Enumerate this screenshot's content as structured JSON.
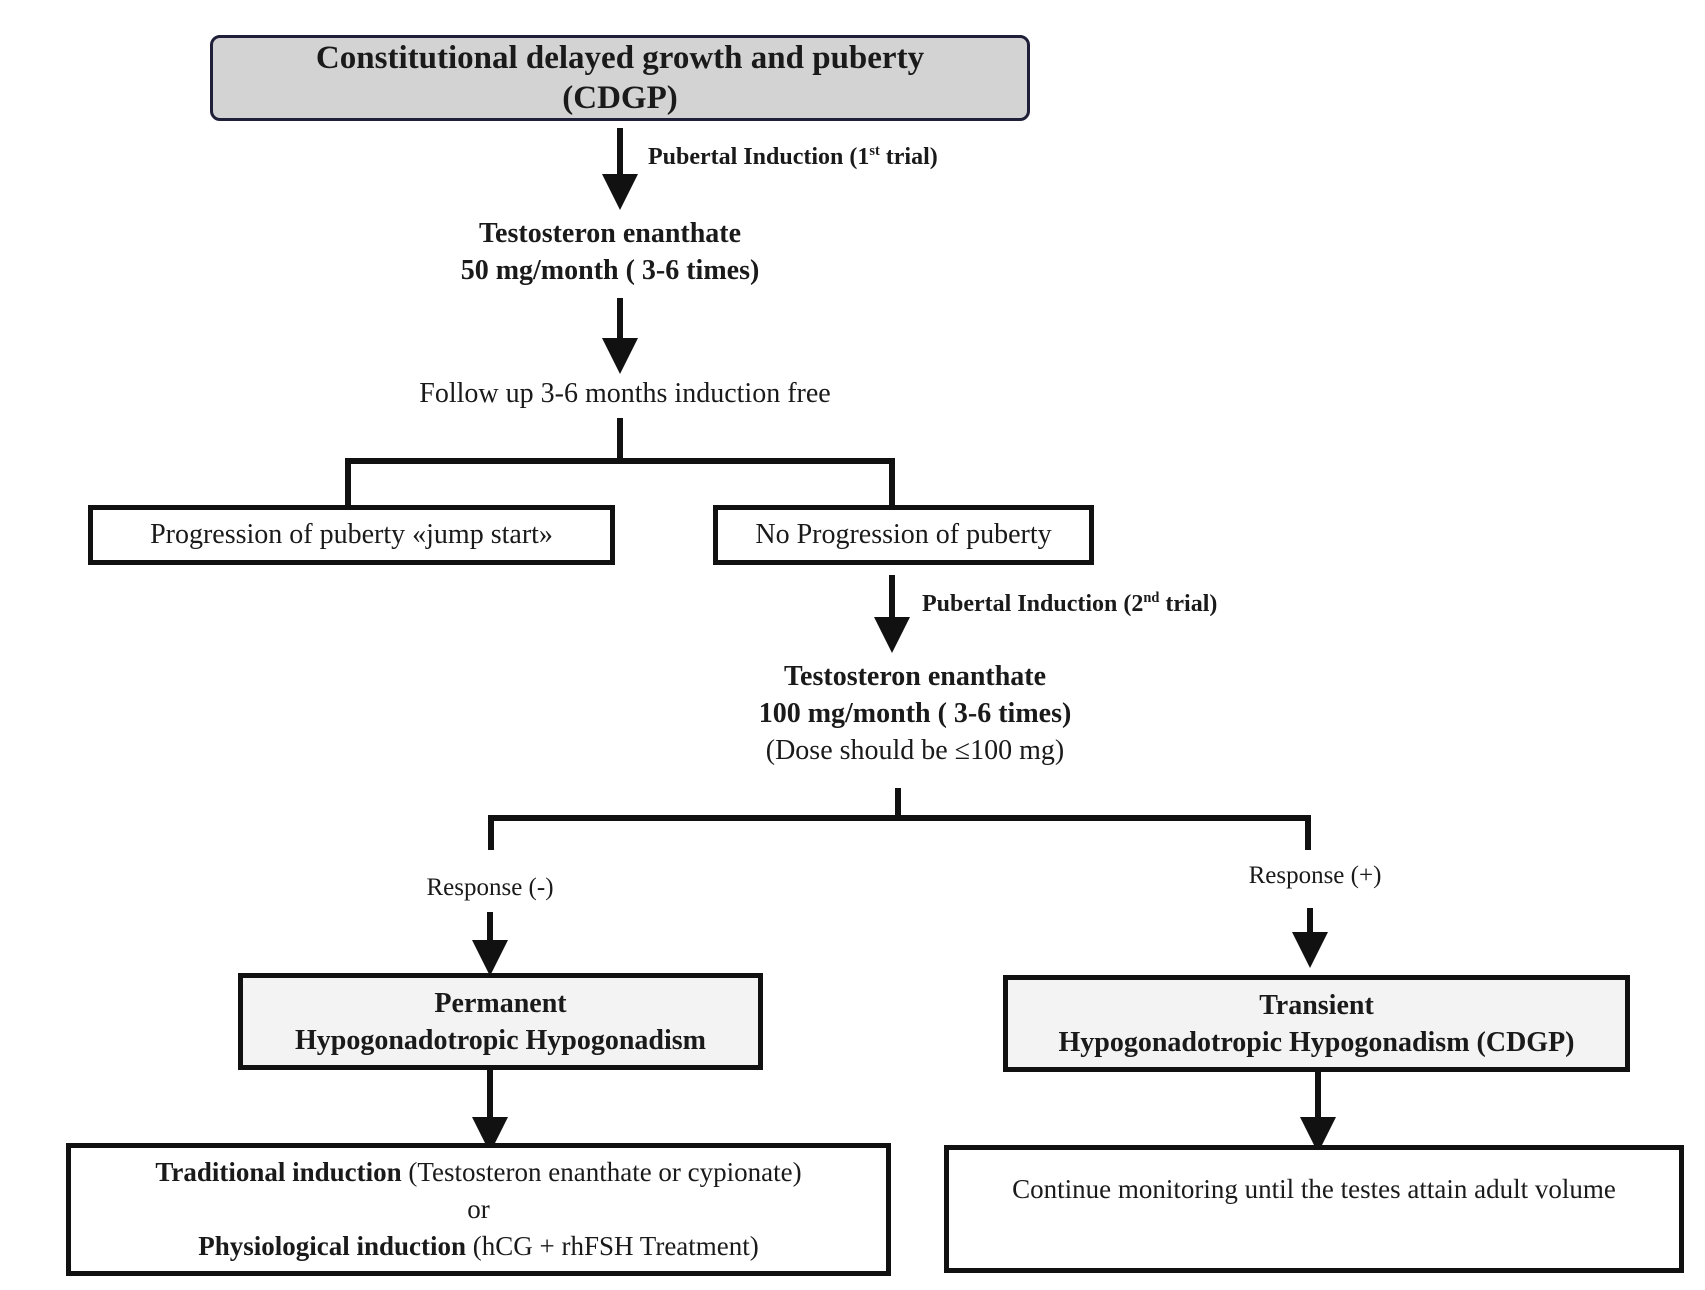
{
  "title": {
    "line1": "Constitutional delayed growth and puberty",
    "line2": "(CDGP)"
  },
  "trial1": {
    "label": "Pubertal Induction (1",
    "sup": "st",
    "suffix": " trial)"
  },
  "dose1": {
    "line1": "Testosteron enanthate",
    "line2": "50 mg/month ( 3-6 times)"
  },
  "followup": "Follow up 3-6 months induction free",
  "progression": "Progression of puberty «jump start»",
  "no_progression": "No Progression of puberty",
  "trial2": {
    "label": "Pubertal Induction (2",
    "sup": "nd",
    "suffix": " trial)"
  },
  "dose2": {
    "line1": "Testosteron enanthate",
    "line2": "100 mg/month ( 3-6 times)",
    "line3": "(Dose should be ≤100 mg)"
  },
  "response_neg": "Response (-)",
  "response_pos": "Response (+)",
  "permanent": {
    "line1": "Permanent",
    "line2": "Hypogonadotropic Hypogonadism"
  },
  "transient": {
    "line1": "Transient",
    "line2": "Hypogonadotropic Hypogonadism (CDGP)"
  },
  "treatment": {
    "trad_bold": "Traditional induction",
    "trad_rest": " (Testosteron enanthate or cypionate)",
    "or": "or",
    "phys_bold": "Physiological induction",
    "phys_rest": " (hCG + rhFSH Treatment)"
  },
  "monitoring": "Continue monitoring until the testes attain adult volume"
}
